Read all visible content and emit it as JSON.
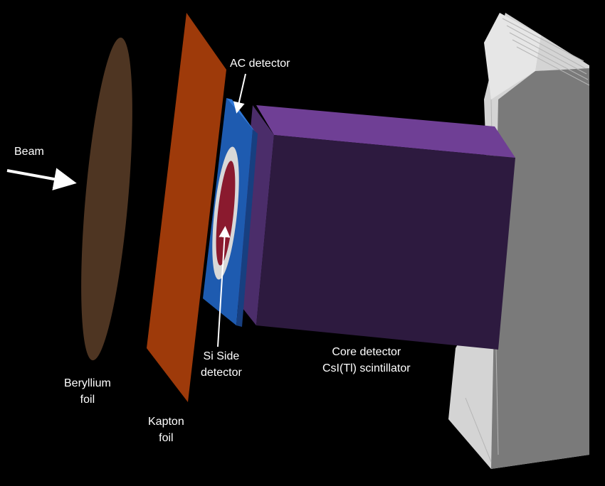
{
  "labels": {
    "beam": "Beam",
    "ac_detector": "AC detector",
    "beryllium": [
      "Beryllium",
      "foil"
    ],
    "kapton": [
      "Kapton",
      "foil"
    ],
    "si_side": [
      "Si Side",
      "detector"
    ],
    "core": [
      "Core detector",
      "CsI(Tl) scintillator"
    ]
  },
  "colors": {
    "background": "#000000",
    "beryllium_foil": "#4e3522",
    "kapton_foil": "#9e3a0a",
    "ac_detector": "#1e5bb0",
    "si_ring": "#d8d8d8",
    "si_core": "#8a1a2e",
    "core_front": "#2d1a3f",
    "core_top": "#6f3f95",
    "core_side": "#4b2d6a",
    "housing": "#cfcfcf",
    "housing_dark": "#7a7a7a",
    "arrow": "#ffffff"
  },
  "icons": [
    "beam-arrow-icon",
    "ac-pointer-arrow-icon",
    "si-pointer-arrow-icon"
  ]
}
